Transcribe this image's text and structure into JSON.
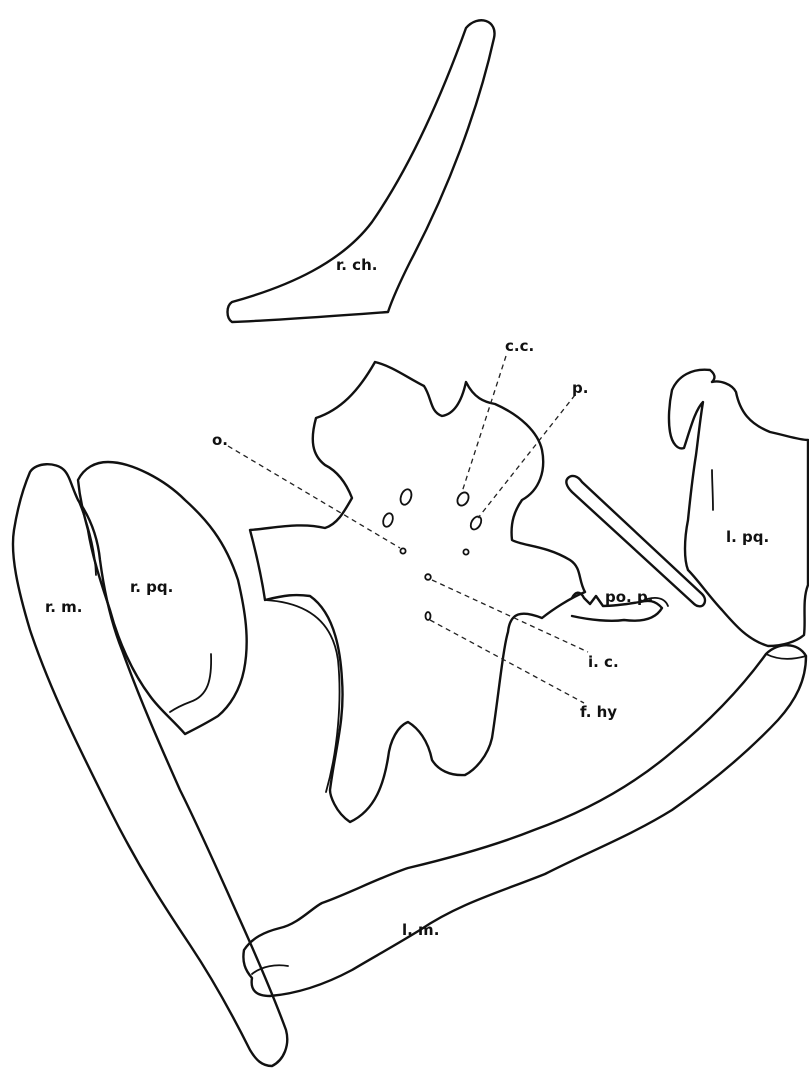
{
  "figure": {
    "labels": {
      "right_ceratohyal": "r. ch.",
      "commissure_canal": "c.c.",
      "p": "p.",
      "o": "o.",
      "left_palatoquadrate": "l. pq.",
      "right_palatoquadrate": "r. pq.",
      "right_mandible": "r. m.",
      "postorbital_process": "po. p.",
      "i_c": "i. c.",
      "f_hy": "f. hy",
      "left_mandible": "l. m."
    },
    "colors": {
      "ink": "#111111",
      "paper": "#ffffff"
    }
  }
}
